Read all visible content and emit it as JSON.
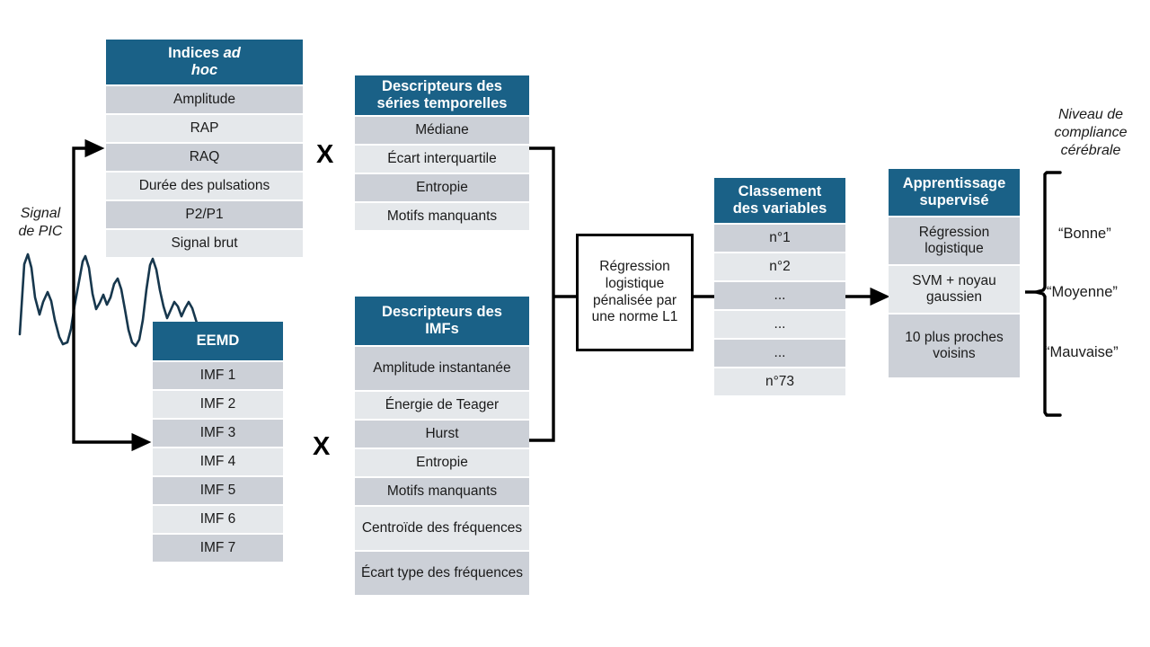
{
  "diagram": {
    "title_hidden": "",
    "colors": {
      "header_blue": "#1a6187",
      "row_dark": "#ccd0d7",
      "row_light": "#e5e8eb",
      "signal_stroke": "#17374d",
      "connector": "#000000",
      "text": "#1a1a1a"
    },
    "signal_caption": "Signal\nde PIC",
    "signal_caption_line1": "Signal",
    "signal_caption_line2": "de PIC",
    "multiply_symbol": "X",
    "tables": {
      "indices_ad_hoc": {
        "header_line1": "Indices ",
        "header_italic1": "ad",
        "header_italic2": "hoc",
        "header_plain": "Indices",
        "rows": [
          "Amplitude",
          "RAP",
          "RAQ",
          "Durée des pulsations",
          "P2/P1",
          "Signal brut"
        ]
      },
      "eemd": {
        "header": "EEMD",
        "rows": [
          "IMF 1",
          "IMF 2",
          "IMF 3",
          "IMF 4",
          "IMF 5",
          "IMF 6",
          "IMF 7"
        ]
      },
      "descripteurs_series": {
        "header": "Descripteurs des séries temporelles",
        "header_line1": "Descripteurs des",
        "header_line2": "séries temporelles",
        "rows": [
          "Médiane",
          "Écart interquartile",
          "Entropie",
          "Motifs manquants"
        ]
      },
      "descripteurs_imfs": {
        "header": "Descripteurs des IMFs",
        "header_line1": "Descripteurs des",
        "header_line2": "IMFs",
        "rows": [
          "Amplitude instantanée",
          "Énergie de Teager",
          "Hurst",
          "Entropie",
          "Motifs manquants",
          "Centroïde des fréquences",
          "Écart type des fréquences"
        ]
      },
      "classement": {
        "header": "Classement des variables",
        "header_line1": "Classement",
        "header_line2": "des variables",
        "rows": [
          "n°1",
          "n°2",
          "...",
          "...",
          "...",
          "n°73"
        ]
      },
      "apprentissage": {
        "header": "Apprentissage supervisé",
        "header_line1": "Apprentissage",
        "header_line2": "supervisé",
        "rows": [
          "Régression logistique",
          "SVM + noyau gaussien",
          "10 plus proches voisins"
        ]
      }
    },
    "regression_box": {
      "text": "Régression logistique pénalisée par une norme L1"
    },
    "output": {
      "title": "Niveau de compliance cérébrale",
      "title_line1": "Niveau de",
      "title_line2": "compliance",
      "title_line3": "cérébrale",
      "classes": [
        "“Bonne”",
        "“Moyenne”",
        "“Mauvaise”"
      ]
    }
  }
}
